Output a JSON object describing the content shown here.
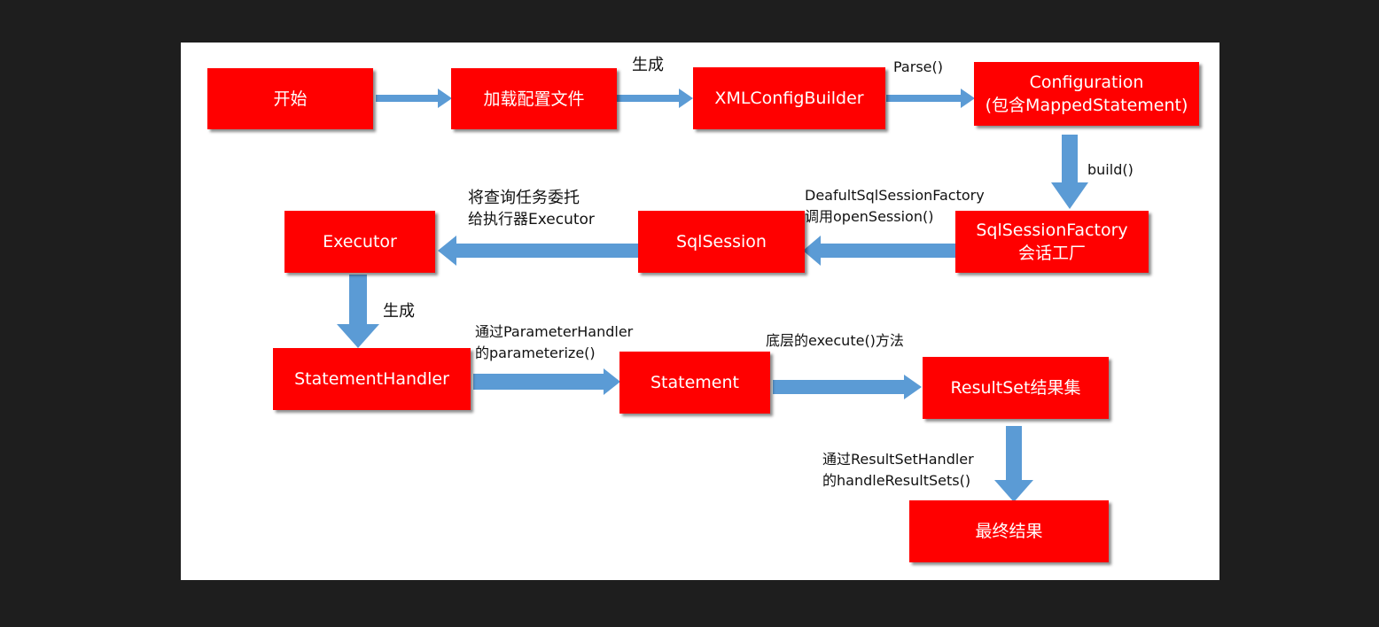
{
  "colors": {
    "background": "#1e1e1e",
    "canvas": "#ffffff",
    "node_fill": "#ff0000",
    "node_text": "#ffffff",
    "arrow": "#5b9bd5",
    "label_text": "#111111"
  },
  "nodes": {
    "start": "开始",
    "load_config": "加载配置文件",
    "xml_config_builder": "XMLConfigBuilder",
    "configuration_line1": "Configuration",
    "configuration_line2": "(包含MappedStatement)",
    "sql_session_factory_line1": "SqlSessionFactory",
    "sql_session_factory_line2": "会话工厂",
    "sql_session": "SqlSession",
    "executor": "Executor",
    "statement_handler": "StatementHandler",
    "statement": "Statement",
    "result_set": "ResultSet结果集",
    "final_result": "最终结果"
  },
  "edge_labels": {
    "generate_1": "生成",
    "parse": "Parse()",
    "build": "build()",
    "open_session_line1": "DeafultSqlSessionFactory",
    "open_session_line2": "调用openSession()",
    "delegate_line1": "将查询任务委托",
    "delegate_line2": "给执行器Executor",
    "generate_2": "生成",
    "parameterize_line1": "通过ParameterHandler",
    "parameterize_line2": "的parameterize()",
    "execute": "底层的execute()方法",
    "handle_results_line1": "通过ResultSetHandler",
    "handle_results_line2": "的handleResultSets()"
  }
}
